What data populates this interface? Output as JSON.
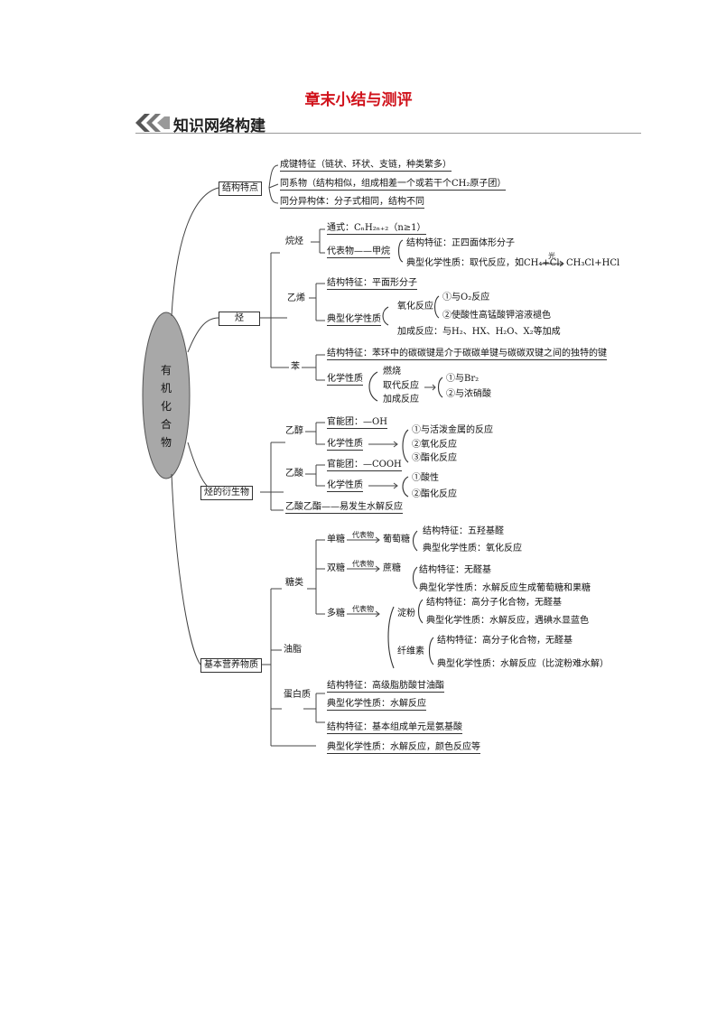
{
  "title": "章末小结与测评",
  "section": "知识网络构建",
  "hub": [
    "有",
    "机",
    "化",
    "合",
    "物"
  ],
  "l1": {
    "structure": "结构特点",
    "hydrocarbon": "烃",
    "derivative": "烃的衍生物",
    "nutrient": "基本营养物质"
  },
  "structure": {
    "a": "成键特征（链状、环状、支链，种类繁多）",
    "b": "同系物（结构相似，组成相差一个或若干个CH₂原子团）",
    "c": "同分异构体：分子式相同，结构不同"
  },
  "alkane": {
    "name": "烷烃",
    "formula": "通式：CₙH₂ₙ₊₂（n≥1）",
    "rep": "代表物——甲烷",
    "s1": "结构特征：正四面体形分子",
    "s2": "典型化学性质：取代反应，如CH₄+Cl₂",
    "light": "光",
    "s2b": "CH₃Cl+HCl"
  },
  "ethene": {
    "name": "乙烯",
    "s1": "结构特征：平面形分子",
    "s2": "典型化学性质",
    "ox": "氧化反应",
    "o1": "①与O₂反应",
    "o2": "②使酸性高锰酸钾溶液褪色",
    "add": "加成反应：与H₂、HX、H₂O、X₂等加成"
  },
  "benzene": {
    "name": "苯",
    "s1": "结构特征：苯环中的碳碳键是介于碳碳单键与碳碳双键之间的独特的键",
    "s2": "化学性质",
    "r1": "燃烧",
    "r2": "取代反应",
    "r3": "加成反应",
    "sub1": "①与Br₂",
    "sub2": "②与浓硝酸"
  },
  "ethanol": {
    "name": "乙醇",
    "fg": "官能团：—OH",
    "prop": "化学性质",
    "p1": "①与活泼金属的反应",
    "p2": "②氧化反应",
    "p3": "③酯化反应"
  },
  "acetic": {
    "name": "乙酸",
    "fg": "官能团：—COOH",
    "prop": "化学性质",
    "p1": "①酸性",
    "p2": "②酯化反应"
  },
  "ester": "乙酸乙酯——易发生水解反应",
  "sugar": {
    "name": "糖类",
    "mono": "单糖",
    "di": "双糖",
    "poly": "多糖",
    "rep": "代表物",
    "glucose": "葡萄糖",
    "sucrose": "蔗糖",
    "g1": "结构特征：五羟基醛",
    "g2": "典型化学性质：氧化反应",
    "s1": "结构特征：无醛基",
    "s2": "典型化学性质：水解反应生成葡萄糖和果糖",
    "starch": "淀粉",
    "st1": "结构特征：高分子化合物，无醛基",
    "st2": "典型化学性质：水解反应，遇碘水显蓝色",
    "cellulose": "纤维素",
    "c1": "结构特征：高分子化合物，无醛基",
    "c2": "典型化学性质：水解反应（比淀粉难水解）"
  },
  "fat": {
    "name": "油脂",
    "s1": "结构特征：高级脂肪酸甘油酯",
    "s2": "典型化学性质：水解反应"
  },
  "protein": {
    "name": "蛋白质",
    "s1": "结构特征：基本组成单元是氨基酸",
    "s2": "典型化学性质：水解反应，颜色反应等"
  }
}
